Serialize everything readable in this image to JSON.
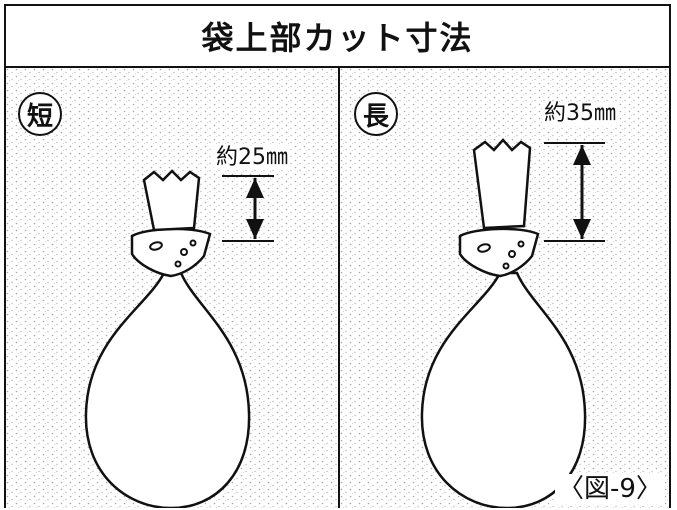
{
  "title": "袋上部カット寸法",
  "panels": [
    {
      "badge": "短",
      "dimension": "約25㎜"
    },
    {
      "badge": "長",
      "dimension": "約35㎜"
    }
  ],
  "figure_label": "〈図-9〉",
  "colors": {
    "line": "#111111",
    "texture": "#bdbdbd",
    "background": "#ffffff"
  }
}
